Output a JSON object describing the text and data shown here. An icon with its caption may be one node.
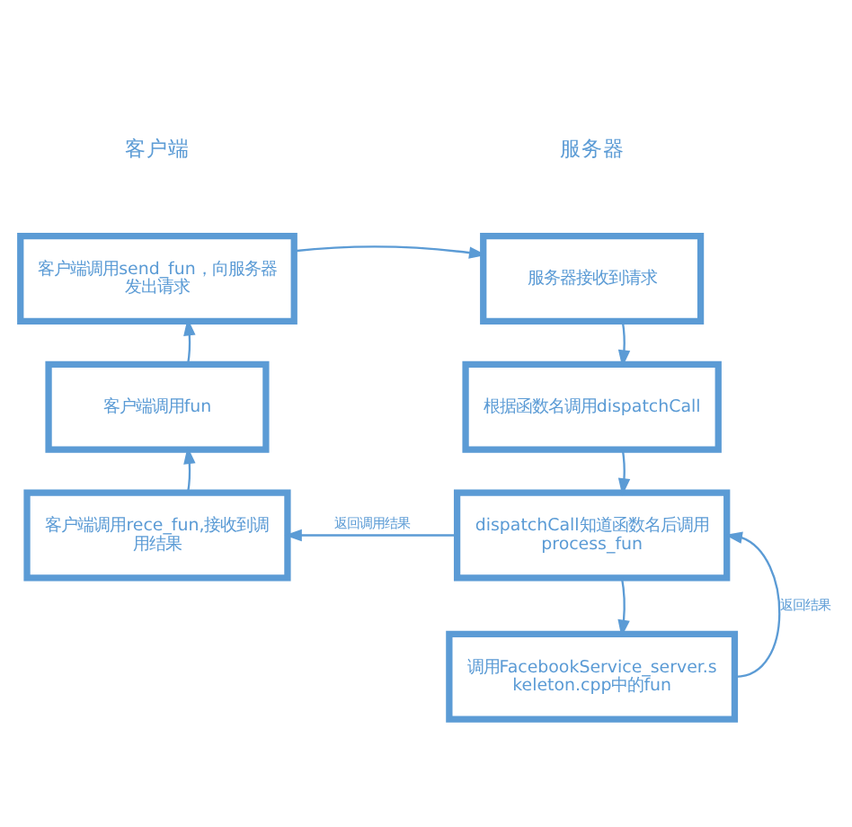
{
  "diagram": {
    "nodes": [
      {
        "text": [
          "客户端调用send_fun，向服务器发出请求"
        ]
      },
      {
        "text": [
          "服务器接收到请求"
        ]
      },
      {
        "text": [
          "客户端调用fun"
        ]
      },
      {
        "text": [
          "根据函数名调用dispatchCall"
        ]
      },
      {
        "text": [
          "客户端调用rece_fun,接收到调用结果"
        ]
      },
      {
        "text": [
          "dispatchCall知道函数名后调用process_fun"
        ]
      },
      {
        "text": [
          "调用FacebookService_server.skeleton.cpp中的fun"
        ]
      }
    ],
    "edges": [
      {
        "from": 0,
        "to": 1,
        "arrow": "to"
      },
      {
        "from": 2,
        "to": 0,
        "arrow": "to"
      },
      {
        "from": 1,
        "to": 3,
        "arrow": "to"
      },
      {
        "from": 3,
        "to": 5,
        "arrow": "to"
      },
      {
        "from": 5,
        "to": 4,
        "label": "返回调用结果",
        "arrow": "to"
      },
      {
        "from": 4,
        "to": 2,
        "arrow": "to"
      },
      {
        "from": 5,
        "to": 6,
        "arrow": "to"
      },
      {
        "from": 6,
        "to": 5,
        "label": "返回结果",
        "arrow": "to"
      }
    ],
    "labels": [
      "客户端",
      "服务器"
    ]
  }
}
